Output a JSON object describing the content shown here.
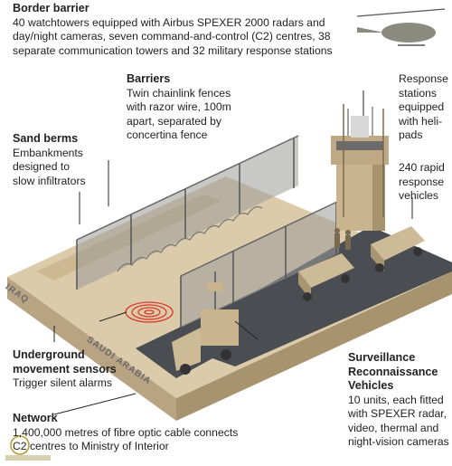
{
  "border_barrier": {
    "title": "Border barrier",
    "text_lines": [
      "40 watchtowers equipped with Airbus SPEXER 2000 radars and",
      "day/night cameras, seven command-and-control (C2) centres, 38",
      "separate communication towers and 32 military response stations"
    ]
  },
  "barriers": {
    "title": "Barriers",
    "text_lines": [
      "Twin chainlink fences",
      "with razor wire, 100m",
      "apart, separated by",
      "concertina fence"
    ]
  },
  "sand_berms": {
    "title": "Sand berms",
    "text_lines": [
      "Embankments",
      "designed to",
      "slow infiltrators"
    ]
  },
  "response_stations": {
    "text_lines": [
      "Response",
      "stations",
      "equipped",
      "with heli-",
      "pads"
    ]
  },
  "rapid_response": {
    "text_lines": [
      "240 rapid",
      "response",
      "vehicles"
    ]
  },
  "underground_sensors": {
    "title_lines": [
      "Underground",
      "movement sensors"
    ],
    "text": "Trigger silent alarms"
  },
  "surveillance_vehicles": {
    "title_lines": [
      "Surveillance",
      "Reconnaissance",
      "Vehicles"
    ],
    "text_lines": [
      "10 units, each fitted",
      "with SPEXER radar,",
      "video, thermal and",
      "night-vision cameras"
    ]
  },
  "network": {
    "title": "Network",
    "text_lines": [
      "1,400,000 metres of fibre optic cable connects",
      "C2 centres to Ministry of Interior"
    ]
  },
  "countries": {
    "iraq": "IRAQ",
    "saudi": "SAUDI ARABIA"
  },
  "colors": {
    "sand": "#d9c8a8",
    "road": "#4a4d52",
    "fence": "#8a8a88",
    "tower": "#c9b48e"
  }
}
